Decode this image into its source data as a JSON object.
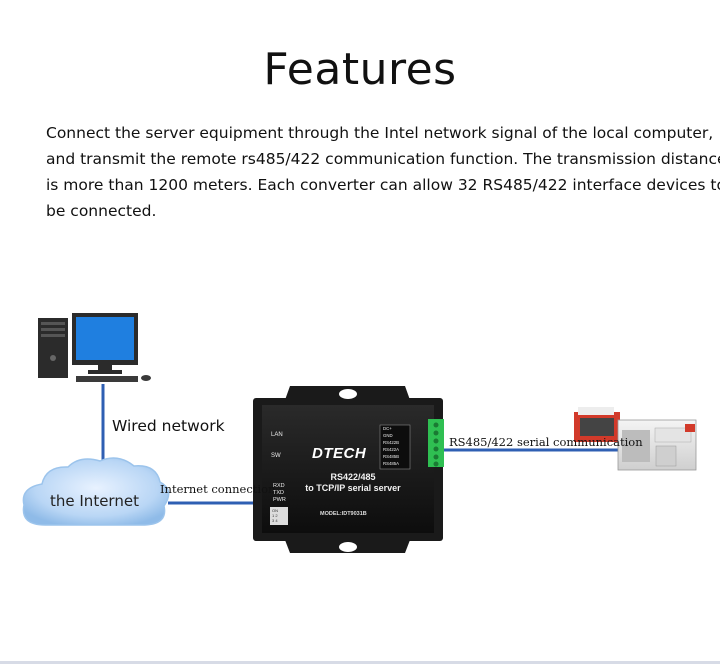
{
  "header": {
    "title": "Features",
    "description_lines": [
      "Connect the server equipment through the Intel network signal of the local computer,",
      "and transmit the remote rs485/422 communication function. The transmission distance",
      "is more than 1200 meters. Each converter can allow 32 RS485/422 interface devices to",
      " be connected."
    ]
  },
  "diagram": {
    "wired_network_label": "Wired network",
    "internet_label": "the Internet",
    "internet_connection_label": "Internet connection",
    "serial_label": "RS485/422 serial communication",
    "link_color": "#2f5fb3",
    "device": {
      "brand": "DTECH",
      "name_line1": "RS422/485",
      "name_line2": "to TCP/IP serial server",
      "model": "MODEL:IDT9031B",
      "port_lan": "LAN",
      "port_sw": "SW",
      "leds": [
        "RXD",
        "TXD",
        "PWR"
      ],
      "terminal_labels": [
        "DC+",
        "GND",
        "RS422B",
        "RS422A",
        "RS485B",
        "RS485A"
      ],
      "dip_labels": [
        "ON",
        "1 2",
        "3 4"
      ]
    }
  }
}
